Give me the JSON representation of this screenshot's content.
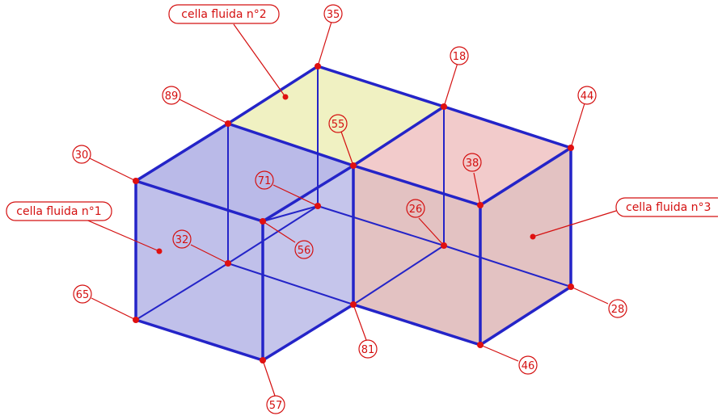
{
  "cells": [
    {
      "label": "cella fluida n°1"
    },
    {
      "label": "cella fluida n°2"
    },
    {
      "label": "cella fluida n°3"
    }
  ],
  "nodes": [
    "35",
    "18",
    "89",
    "44",
    "55",
    "30",
    "38",
    "71",
    "26",
    "32",
    "56",
    "65",
    "81",
    "28",
    "46",
    "57"
  ],
  "colors": {
    "edge": "#2424c8",
    "annotation": "#d41010",
    "cell1_fill": "#8c8cd8",
    "cell2_fill": "#e4e690",
    "cell3_fill": "#d89898"
  }
}
